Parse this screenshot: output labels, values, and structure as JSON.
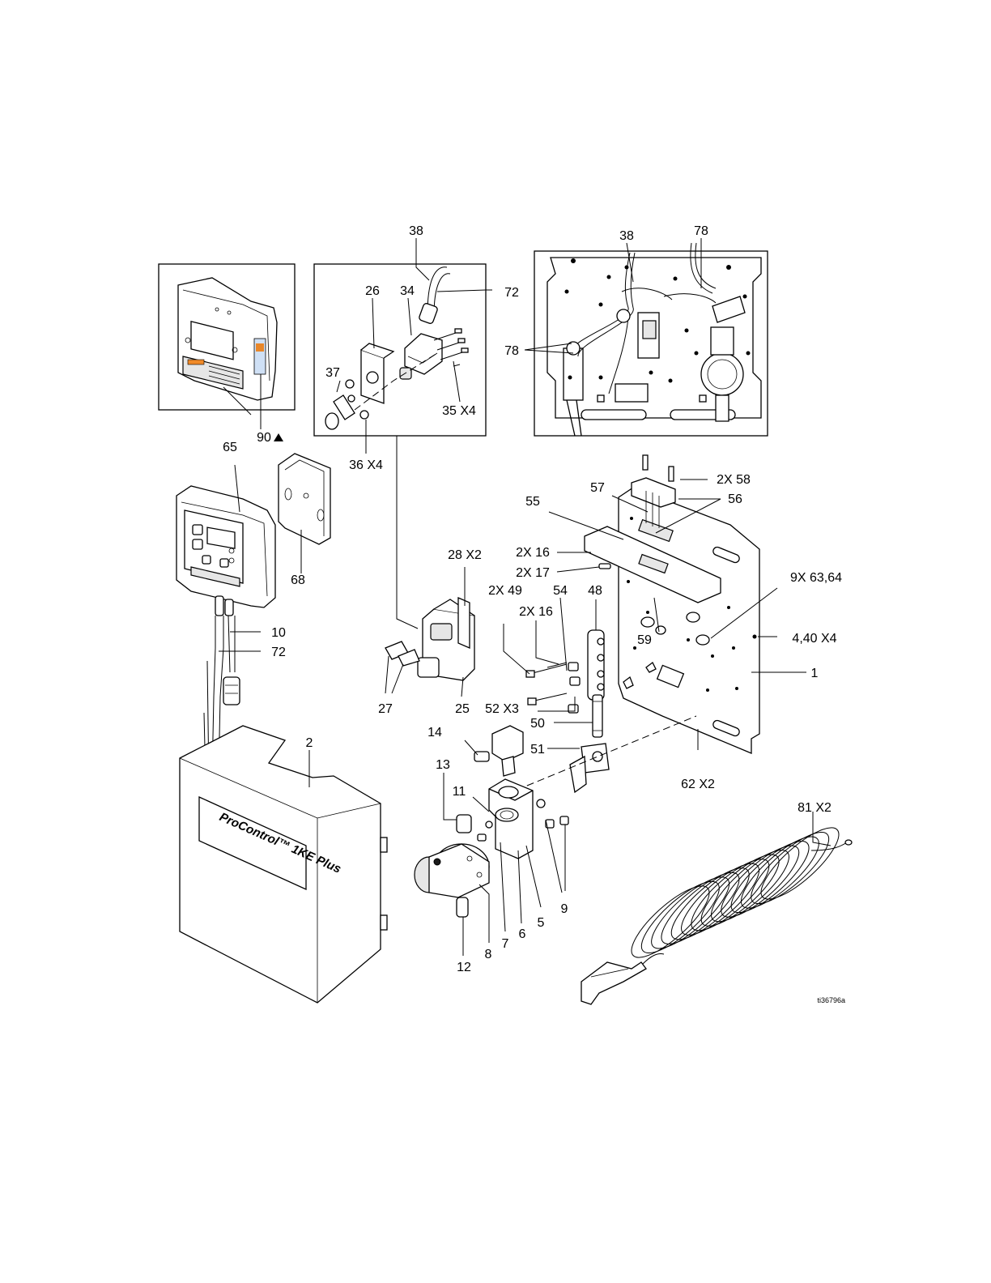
{
  "figure_ref": "ti36796a",
  "housing_brand": "ProControl™ 1KE Plus",
  "callouts": [
    {
      "id": "c-38a",
      "text": "38"
    },
    {
      "id": "c-38b",
      "text": "38"
    },
    {
      "id": "c-78a",
      "text": "78"
    },
    {
      "id": "c-78b",
      "text": "78"
    },
    {
      "id": "c-72a",
      "text": "72"
    },
    {
      "id": "c-26",
      "text": "26"
    },
    {
      "id": "c-34",
      "text": "34"
    },
    {
      "id": "c-37",
      "text": "37"
    },
    {
      "id": "c-35",
      "text": "35 X4"
    },
    {
      "id": "c-36",
      "text": "36 X4"
    },
    {
      "id": "c-90",
      "text": "90"
    },
    {
      "id": "c-65",
      "text": "65"
    },
    {
      "id": "c-68",
      "text": "68"
    },
    {
      "id": "c-10",
      "text": "10"
    },
    {
      "id": "c-72b",
      "text": "72"
    },
    {
      "id": "c-2",
      "text": "2"
    },
    {
      "id": "c-58",
      "text": "2X 58"
    },
    {
      "id": "c-57",
      "text": "57"
    },
    {
      "id": "c-56",
      "text": "56"
    },
    {
      "id": "c-55",
      "text": "55"
    },
    {
      "id": "c-16a",
      "text": "2X 16"
    },
    {
      "id": "c-17",
      "text": "2X 17"
    },
    {
      "id": "c-49",
      "text": "2X 49"
    },
    {
      "id": "c-54",
      "text": "54"
    },
    {
      "id": "c-48",
      "text": "48"
    },
    {
      "id": "c-16b",
      "text": "2X 16"
    },
    {
      "id": "c-59",
      "text": "59"
    },
    {
      "id": "c-63",
      "text": "9X 63,64"
    },
    {
      "id": "c-4",
      "text": "4,40 X4"
    },
    {
      "id": "c-1",
      "text": "1"
    },
    {
      "id": "c-28",
      "text": "28 X2"
    },
    {
      "id": "c-27",
      "text": "27"
    },
    {
      "id": "c-25",
      "text": "25"
    },
    {
      "id": "c-52",
      "text": "52 X3"
    },
    {
      "id": "c-50",
      "text": "50"
    },
    {
      "id": "c-51",
      "text": "51"
    },
    {
      "id": "c-62",
      "text": "62 X2"
    },
    {
      "id": "c-14",
      "text": "14"
    },
    {
      "id": "c-13",
      "text": "13"
    },
    {
      "id": "c-11",
      "text": "11"
    },
    {
      "id": "c-9",
      "text": "9"
    },
    {
      "id": "c-5",
      "text": "5"
    },
    {
      "id": "c-6",
      "text": "6"
    },
    {
      "id": "c-7",
      "text": "7"
    },
    {
      "id": "c-8",
      "text": "8"
    },
    {
      "id": "c-12",
      "text": "12"
    },
    {
      "id": "c-81",
      "text": "81 X2"
    }
  ]
}
